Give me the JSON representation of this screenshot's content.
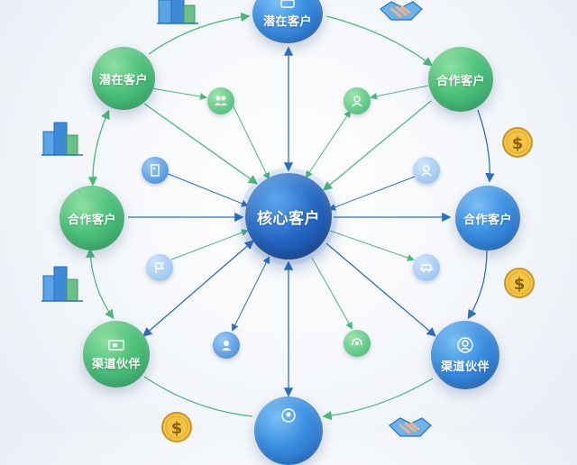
{
  "nodes": {
    "core": "核心客户",
    "top": "潜在客户",
    "upper_left": "潜在客户",
    "upper_right": "合作客户",
    "left": "合作客户",
    "right": "合作客户",
    "lower_left": "渠道伙伴",
    "lower_right": "渠道伙伴"
  },
  "colors": {
    "green": "#4cc07a",
    "blue": "#2466c2",
    "arrow_green": "#4cb87a",
    "arrow_blue": "#2f6fc0"
  }
}
